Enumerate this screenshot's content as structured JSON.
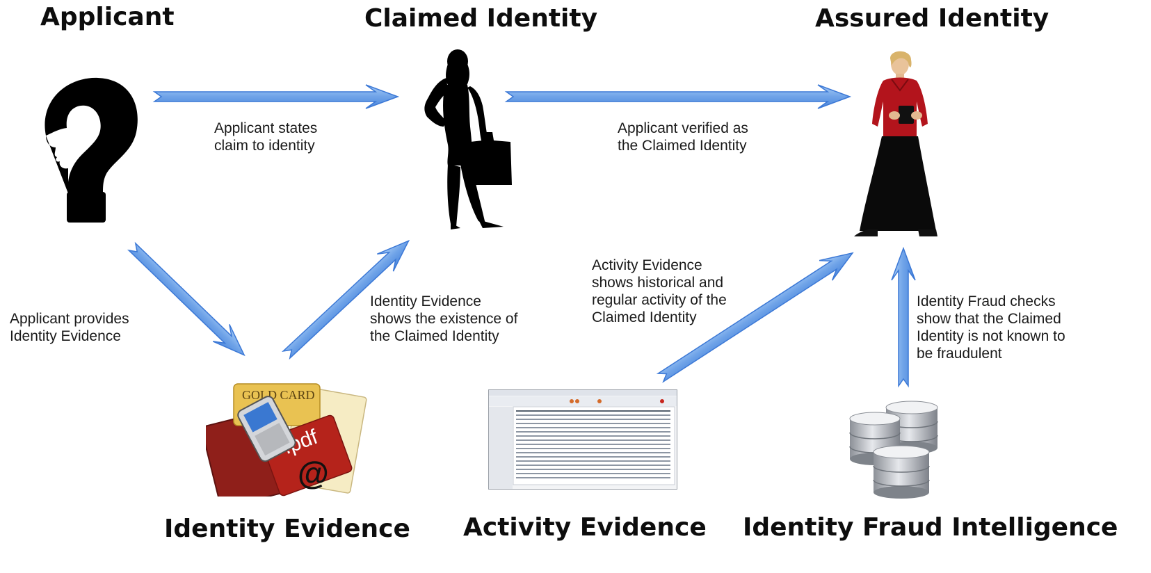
{
  "nodes": {
    "applicant": "Applicant",
    "claimed": "Claimed Identity",
    "assured": "Assured Identity",
    "identity_evidence": "Identity Evidence",
    "activity_evidence": "Activity Evidence",
    "fraud_intel": "Identity Fraud Intelligence"
  },
  "edges": {
    "states_claim": [
      "Applicant states",
      "claim to identity"
    ],
    "verified": [
      "Applicant verified as",
      "the Claimed Identity"
    ],
    "provides": [
      "Applicant provides",
      "Identity Evidence"
    ],
    "existence": [
      "Identity Evidence",
      "shows the existence of",
      "the Claimed Identity"
    ],
    "activity": [
      "Activity Evidence",
      "shows historical and",
      "regular activity of the",
      "Claimed Identity"
    ],
    "fraud": [
      "Identity Fraud checks",
      "show that the Claimed",
      "Identity is not known to",
      "be fraudulent"
    ]
  },
  "card_labels": {
    "gold_card": "GOLD CARD",
    "pdf": ".pdf",
    "at": "@"
  },
  "colors": {
    "arrow_fill": "#7fb0ec",
    "arrow_stroke": "#3b78d6",
    "silhouette": "#000000",
    "shirt": "#b3141c",
    "skirt": "#0a0a0a"
  }
}
